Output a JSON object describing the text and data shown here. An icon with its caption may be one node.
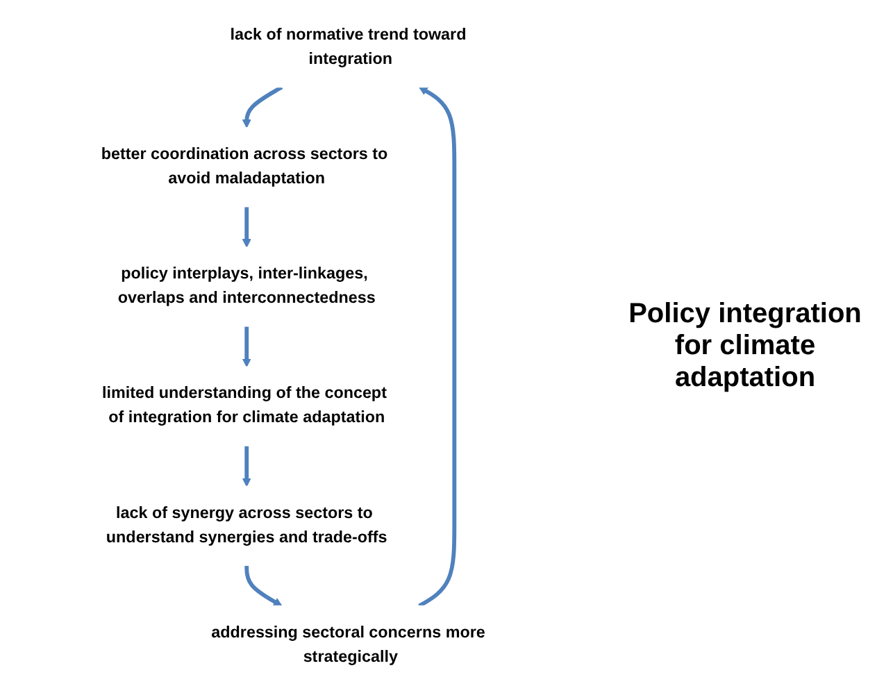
{
  "diagram": {
    "nodes": [
      {
        "text": [
          "lack of normative trend toward integration"
        ]
      },
      {
        "text": [
          "better coordination across sectors to avoid maladaptation"
        ]
      },
      {
        "text": [
          "policy interplays, inter-linkages, overlaps and interconnectedness"
        ]
      },
      {
        "text": [
          "limited understanding of the concept of integration for climate adaptation"
        ]
      },
      {
        "text": [
          "lack of synergy across sectors to understand synergies and trade-offs"
        ]
      },
      {
        "text": [
          "addressing sectoral concerns more strategically"
        ]
      }
    ],
    "edges": [
      {
        "from": 0,
        "to": 1,
        "arrow": "to"
      },
      {
        "from": 1,
        "to": 2,
        "arrow": "to"
      },
      {
        "from": 2,
        "to": 3,
        "arrow": "to"
      },
      {
        "from": 3,
        "to": 4,
        "arrow": "to"
      },
      {
        "from": 4,
        "to": 5,
        "arrow": "to"
      },
      {
        "from": 5,
        "to": 0,
        "arrow": "to"
      }
    ],
    "labels": [
      "Policy integration for climate adaptation"
    ]
  }
}
